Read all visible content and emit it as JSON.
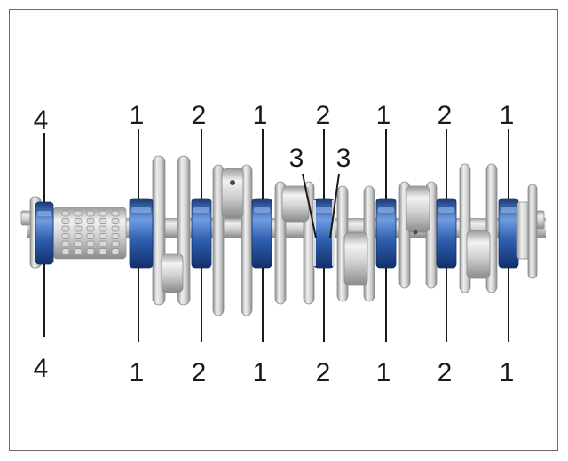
{
  "diagram": {
    "top_labels": [
      "4",
      "1",
      "2",
      "1",
      "2",
      "3",
      "3",
      "1",
      "2",
      "1"
    ],
    "bottom_labels": [
      "4",
      "1",
      "2",
      "1",
      "2",
      "1",
      "2",
      "1"
    ]
  },
  "colors": {
    "frame": "#6b6b6b",
    "steel_light": "#e6e6e6",
    "steel_mid": "#b8b8b8",
    "steel_dark": "#7d7d7d",
    "journal_blue": "#2f5fb0",
    "journal_blue_dark": "#163a78",
    "journal_blue_light": "#6f9be0",
    "leader": "#1a1a1a"
  }
}
